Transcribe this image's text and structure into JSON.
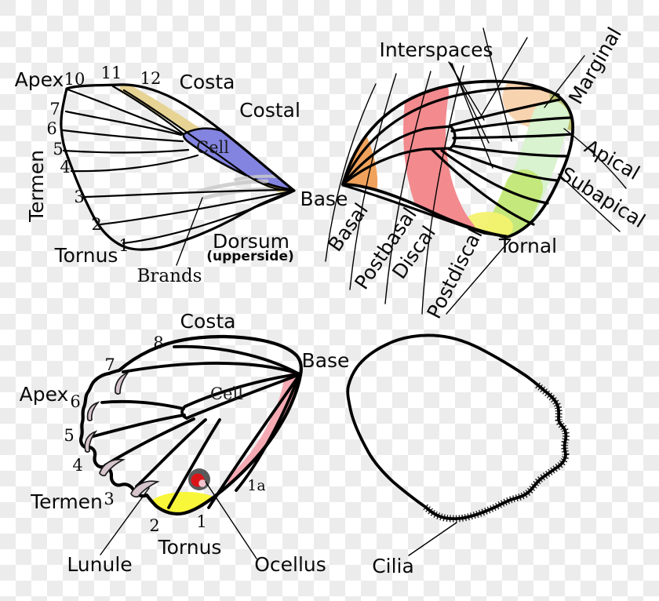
{
  "checker": {
    "light": "#ffffff",
    "dark": "#ececec"
  },
  "forewing_top": {
    "labels": {
      "apex": "Apex",
      "costa": "Costa",
      "costal": "Costal",
      "cell": "Cell",
      "termen": "Termen",
      "tornus": "Tornus",
      "dorsum": "Dorsum",
      "dorsum_sub": "(upperside)",
      "brands": "Brands",
      "base": "Base"
    },
    "numbers": [
      "1",
      "2",
      "3",
      "4",
      "5",
      "6",
      "7",
      "10",
      "11",
      "12"
    ],
    "colors": {
      "costal_band": "#e7d494",
      "cell_fill": "#8384e0",
      "brands": "#c9c9c9"
    }
  },
  "regions_wing": {
    "labels": {
      "interspaces": "Interspaces",
      "marginal": "Marginal",
      "apical": "Apical",
      "subapical": "Subapical",
      "basal": "Basal",
      "postbasal": "Postbasal",
      "discal": "Discal",
      "postdiscal": "Postdiscal",
      "tornal": "Tornal"
    },
    "colors": {
      "basal": "#f0a25c",
      "discal": "#f28a8e",
      "apical": "#f8d3b0",
      "marginal": "#bcc06f",
      "subapical": "#d9f2cf",
      "subapical_low": "#c5e87c",
      "tornal": "#f3f26e"
    }
  },
  "hindwing_top": {
    "labels": {
      "costa": "Costa",
      "base": "Base",
      "apex": "Apex",
      "cell": "Cell",
      "termen": "Termen",
      "tornus": "Tornus",
      "lunule": "Lunule",
      "ocellus": "Ocellus",
      "v1a": "1a"
    },
    "numbers": [
      "1",
      "2",
      "3",
      "4",
      "5",
      "6",
      "7",
      "8"
    ],
    "colors": {
      "band": "#f4a9b3",
      "patch": "#f8f73a",
      "lunule": "#d6c4cd",
      "ocellus_ring": "#5a5a5a",
      "ocellus_core": "#dc1418",
      "ocellus_pupil": "#f2c3cf"
    }
  },
  "hindwing_under": {
    "labels": {
      "cilia": "Cilia"
    }
  }
}
